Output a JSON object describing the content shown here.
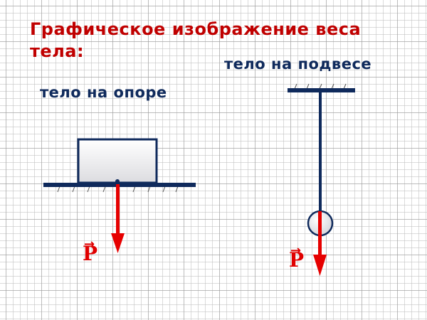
{
  "title": "Графическое изображение веса тела:",
  "scenes": {
    "support": {
      "label": "тело на опоре",
      "vector_label": "P",
      "vector_arrow": "→"
    },
    "suspension": {
      "label": "тело на подвесе",
      "vector_label": "P",
      "vector_arrow": "→"
    }
  },
  "colors": {
    "title": "#c00000",
    "label": "#0f2a5c",
    "structure": "#0f2a5c",
    "force_vector": "#e60000",
    "body_fill": "#e6e6ea",
    "grid": "#c8c8c8"
  }
}
